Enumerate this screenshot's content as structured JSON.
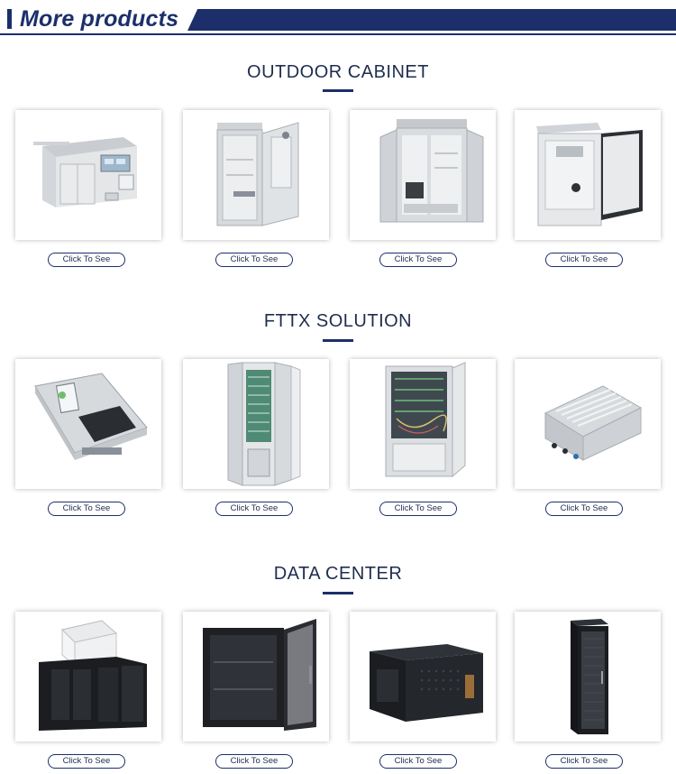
{
  "banner": {
    "title": "More products"
  },
  "colors": {
    "navy": "#1c2f6b",
    "cabinet_grey": "#d9dcdf",
    "rack_black": "#1b1d21"
  },
  "sections": [
    {
      "title": "OUTDOOR CABINET",
      "products": [
        {
          "icon": "outdoor-shelter-icon",
          "button": "Click To See"
        },
        {
          "icon": "outdoor-double-door-cabinet-icon",
          "button": "Click To See"
        },
        {
          "icon": "outdoor-open-cabinet-icon",
          "button": "Click To See"
        },
        {
          "icon": "outdoor-small-cabinet-icon",
          "button": "Click To See"
        }
      ]
    },
    {
      "title": "FTTX SOLUTION",
      "products": [
        {
          "icon": "fiber-distribution-box-icon",
          "button": "Click To See"
        },
        {
          "icon": "odf-rack-icon",
          "button": "Click To See"
        },
        {
          "icon": "fiber-cross-connect-cabinet-icon",
          "button": "Click To See"
        },
        {
          "icon": "outdoor-remote-unit-icon",
          "button": "Click To See"
        }
      ]
    },
    {
      "title": "DATA CENTER",
      "products": [
        {
          "icon": "containment-pod-icon",
          "button": "Click To See"
        },
        {
          "icon": "wall-mount-cabinet-open-icon",
          "button": "Click To See"
        },
        {
          "icon": "wall-mount-cabinet-icon",
          "button": "Click To See"
        },
        {
          "icon": "server-rack-icon",
          "button": "Click To See"
        }
      ]
    }
  ]
}
